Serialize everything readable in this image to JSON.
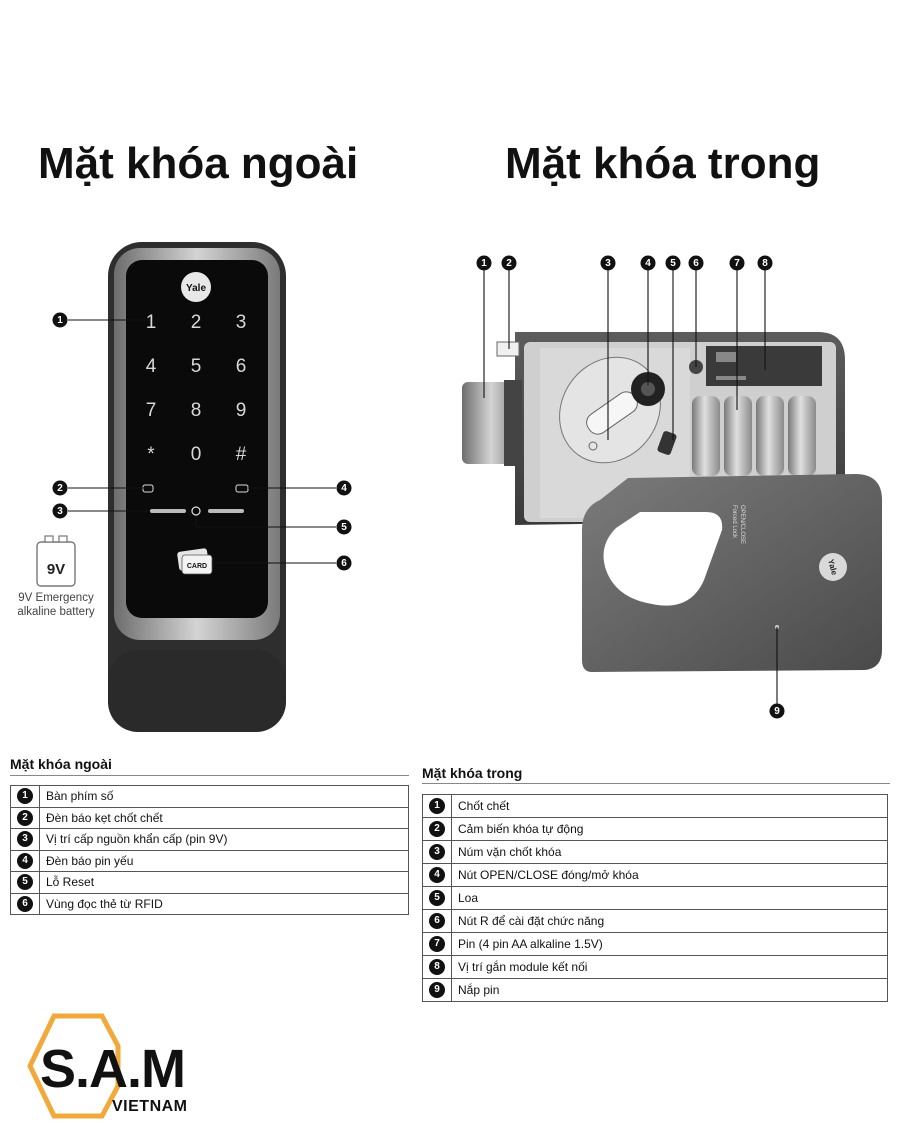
{
  "headings": {
    "outer": "Mặt khóa ngoài",
    "inner": "Mặt khóa trong"
  },
  "device": {
    "brand": "Yale",
    "keypad": [
      "1",
      "2",
      "3",
      "4",
      "5",
      "6",
      "7",
      "8",
      "9",
      "*",
      "0",
      "#"
    ],
    "card_label": "CARD",
    "battery_label": "9V",
    "battery_caption_line1": "9V Emergency",
    "battery_caption_line2": "alkaline battery",
    "cover_text_line1": "OPEN/CLOSE",
    "cover_text_line2": "Forced Lock"
  },
  "outer_callouts": [
    "1",
    "2",
    "3",
    "4",
    "5",
    "6"
  ],
  "inner_callouts": [
    "1",
    "2",
    "3",
    "4",
    "5",
    "6",
    "7",
    "8",
    "9"
  ],
  "outer_table": {
    "title": "Mặt khóa ngoài",
    "rows": [
      {
        "num": "1",
        "label": "Bàn phím số"
      },
      {
        "num": "2",
        "label": "Đèn báo kẹt chốt chết"
      },
      {
        "num": "3",
        "label": "Vị trí cấp nguồn khẩn cấp (pin 9V)"
      },
      {
        "num": "4",
        "label": "Đèn báo pin yếu"
      },
      {
        "num": "5",
        "label": "Lỗ Reset"
      },
      {
        "num": "6",
        "label": "Vùng đọc thẻ từ RFID"
      }
    ]
  },
  "inner_table": {
    "title": "Mặt khóa trong",
    "rows": [
      {
        "num": "1",
        "label": "Chốt chết"
      },
      {
        "num": "2",
        "label": "Cảm biến khóa tự động"
      },
      {
        "num": "3",
        "label": "Núm vặn chốt khóa"
      },
      {
        "num": "4",
        "label": "Nút OPEN/CLOSE đóng/mở khóa"
      },
      {
        "num": "5",
        "label": "Loa"
      },
      {
        "num": "6",
        "label": "Nút R để cài đặt chức năng"
      },
      {
        "num": "7",
        "label": "Pin (4 pin AA alkaline 1.5V)"
      },
      {
        "num": "8",
        "label": "Vị trí gắn module kết nối"
      },
      {
        "num": "9",
        "label": "Nắp pin"
      }
    ]
  },
  "logo": {
    "main": "S.A.M",
    "sub": "VIETNAM"
  },
  "colors": {
    "accent": "#f2a93b",
    "device_dark": "#2b2b2b",
    "metal": "#9a9a9a"
  }
}
